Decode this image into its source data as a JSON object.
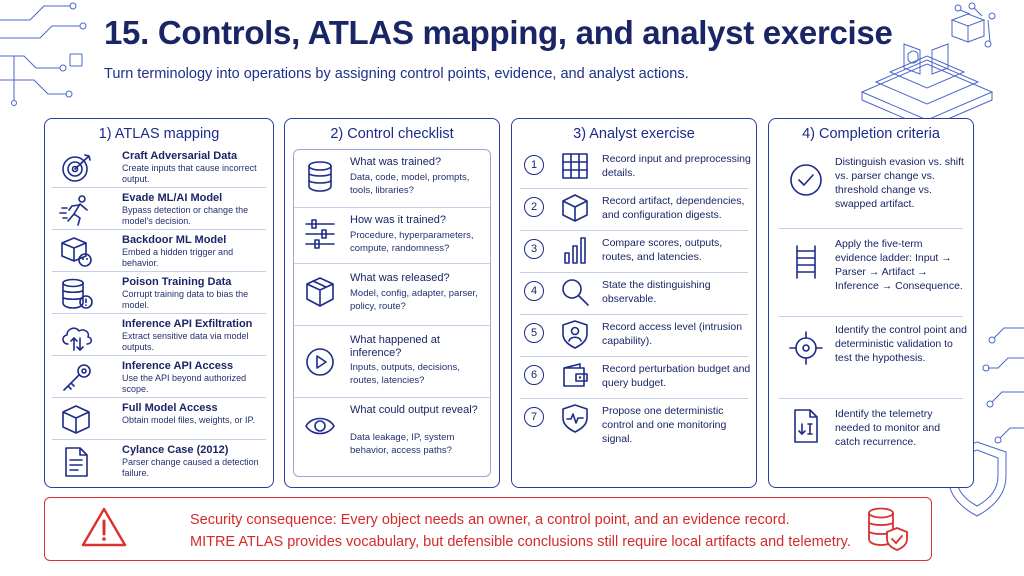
{
  "header": {
    "title": "15. Controls, ATLAS mapping, and analyst exercise",
    "subtitle": "Turn terminology into operations by assigning control points, evidence, and analyst actions."
  },
  "atlas": {
    "title": "1) ATLAS mapping",
    "items": [
      {
        "name": "Craft Adversarial Data",
        "desc": "Create inputs that cause incorrect output.",
        "icon": "target-icon"
      },
      {
        "name": "Evade ML/AI Model",
        "desc": "Bypass detection or change the model's decision.",
        "icon": "running-figure-icon"
      },
      {
        "name": "Backdoor ML Model",
        "desc": "Embed a hidden trigger and behavior.",
        "icon": "cube-skull-icon"
      },
      {
        "name": "Poison Training Data",
        "desc": "Corrupt training data to bias the model.",
        "icon": "database-warning-icon"
      },
      {
        "name": "Inference API Exfiltration",
        "desc": "Extract sensitive data via model outputs.",
        "icon": "cloud-transfer-icon"
      },
      {
        "name": "Inference API Access",
        "desc": "Use the API beyond authorized scope.",
        "icon": "key-icon"
      },
      {
        "name": "Full Model Access",
        "desc": "Obtain model files, weights, or IP.",
        "icon": "cube-icon"
      },
      {
        "name": "Cylance Case (2012)",
        "desc": "Parser change caused a detection failure.",
        "icon": "document-icon"
      }
    ]
  },
  "checklist": {
    "title": "2) Control checklist",
    "items": [
      {
        "q": "What was trained?",
        "a": "Data, code, model, prompts, tools, libraries?",
        "icon": "database-icon"
      },
      {
        "q": "How was it trained?",
        "a": "Procedure, hyperparameters, compute, randomness?",
        "icon": "sliders-icon"
      },
      {
        "q": "What was released?",
        "a": "Model, config, adapter, parser, policy, route?",
        "icon": "package-icon"
      },
      {
        "q": "What happened at inference?",
        "a": "Inputs, outputs, decisions, routes, latencies?",
        "icon": "play-icon"
      },
      {
        "q": "What could output reveal?",
        "a": "Data leakage, IP, system behavior, access paths?",
        "icon": "eye-icon"
      }
    ]
  },
  "analyst": {
    "title": "3) Analyst exercise",
    "items": [
      {
        "num": "1",
        "text": "Record input and preprocessing details.",
        "icon": "grid-icon"
      },
      {
        "num": "2",
        "text": "Record artifact, dependencies, and configuration digests.",
        "icon": "cube-icon"
      },
      {
        "num": "3",
        "text": "Compare scores, outputs, routes, and latencies.",
        "icon": "bar-chart-icon"
      },
      {
        "num": "4",
        "text": "State the distinguishing observable.",
        "icon": "magnifier-icon"
      },
      {
        "num": "5",
        "text": "Record access level (intrusion capability).",
        "icon": "shield-user-icon"
      },
      {
        "num": "6",
        "text": "Record perturbation budget and query budget.",
        "icon": "wallet-icon"
      },
      {
        "num": "7",
        "text": "Propose one deterministic control and one monitoring signal.",
        "icon": "shield-pulse-icon"
      }
    ]
  },
  "criteria": {
    "title": "4) Completion criteria",
    "items": [
      {
        "text": "Distinguish evasion vs. shift vs. parser change vs. threshold change vs. swapped artifact.",
        "icon": "check-circle-icon"
      },
      {
        "text": "Apply the five-term evidence ladder: Input → Parser → Artifact → Inference → Consequence.",
        "icon": "ladder-icon"
      },
      {
        "text": "Identify the control point and deterministic validation to test the hypothesis.",
        "icon": "crosshair-icon"
      },
      {
        "text": "Identify the telemetry needed to monitor and catch recurrence.",
        "icon": "document-download-icon"
      }
    ]
  },
  "banner": {
    "line1": "Security consequence: Every object needs an owner, a control point, and an evidence record.",
    "line2": "MITRE ATLAS provides vocabulary, but defensible conclusions still require local artifacts and telemetry.",
    "icon_left": "warning-icon",
    "icon_right": "database-shield-icon"
  },
  "colors": {
    "primary": "#1d2b8a",
    "accent_red": "#d93030",
    "decor": "#4a67c9"
  }
}
